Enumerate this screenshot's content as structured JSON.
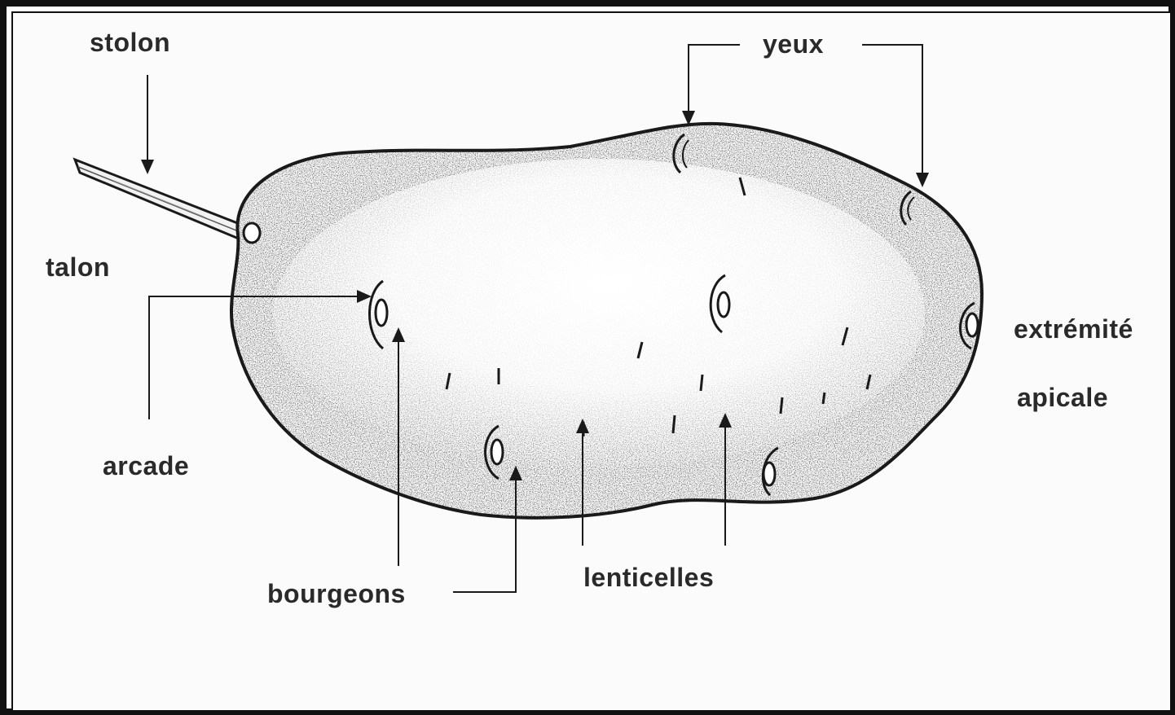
{
  "labels": {
    "stolon": "stolon",
    "yeux": "yeux",
    "talon": "talon",
    "extremite": "extrémité",
    "apicale": "apicale",
    "arcade": "arcade",
    "bourgeons": "bourgeons",
    "lenticelles": "lenticelles"
  },
  "colors": {
    "ink": "#1a1a1a",
    "label": "#2a2a2a",
    "paper": "#fbfbfb"
  }
}
